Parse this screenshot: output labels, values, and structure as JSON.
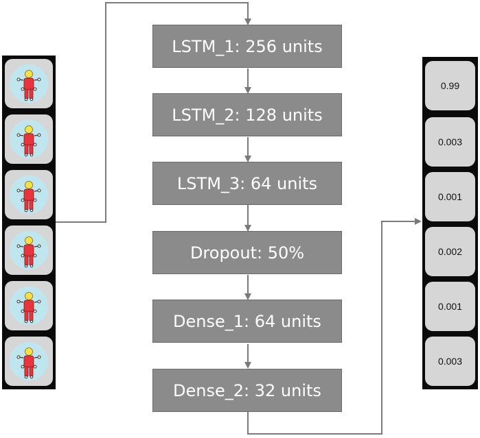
{
  "input_sequence": {
    "frames": [
      "person-pose-icon",
      "person-pose-icon",
      "person-pose-icon",
      "person-pose-icon",
      "person-pose-icon",
      "person-pose-icon"
    ]
  },
  "layers": [
    {
      "label": "LSTM_1: 256 units"
    },
    {
      "label": "LSTM_2: 128 units"
    },
    {
      "label": "LSTM_3: 64 units"
    },
    {
      "label": "Dropout: 50%"
    },
    {
      "label": "Dense_1: 64 units"
    },
    {
      "label": "Dense_2: 32 units"
    }
  ],
  "output_probabilities": [
    "0.99",
    "0.003",
    "0.001",
    "0.002",
    "0.001",
    "0.003"
  ],
  "colors": {
    "layer_box": "#8b8b8b",
    "column_bg": "#0a0a0a",
    "cell_bg": "#d6d6d6",
    "arrow": "#7a7a7a",
    "icon_circle": "#bfe6ef",
    "icon_body": "#e8343c",
    "icon_head": "#f7e04a"
  }
}
